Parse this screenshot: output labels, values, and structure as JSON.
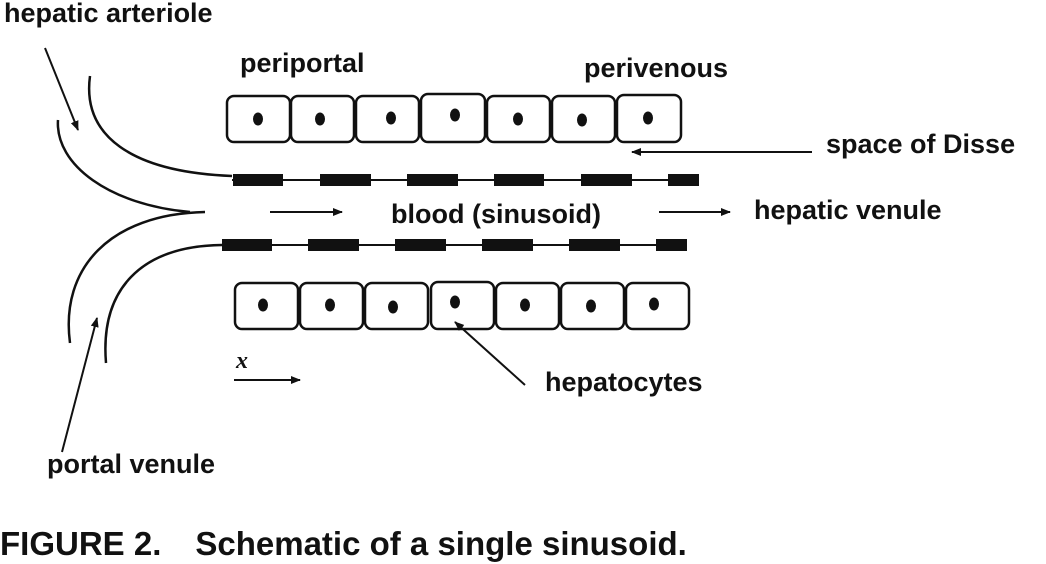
{
  "labels": {
    "hepatic_arteriole": "hepatic arteriole",
    "periportal": "periportal",
    "perivenous": "perivenous",
    "space_of_disse": "space of Disse",
    "blood_sinusoid": "blood (sinusoid)",
    "hepatic_venule": "hepatic venule",
    "x_axis": "x",
    "hepatocytes": "hepatocytes",
    "portal_venule": "portal venule"
  },
  "caption": {
    "number": "FIGURE 2.",
    "text": "Schematic of a single sinusoid."
  },
  "colors": {
    "ink": "#111111",
    "background": "#ffffff"
  },
  "cells": {
    "top_row_count": 7,
    "bottom_row_count": 7
  }
}
